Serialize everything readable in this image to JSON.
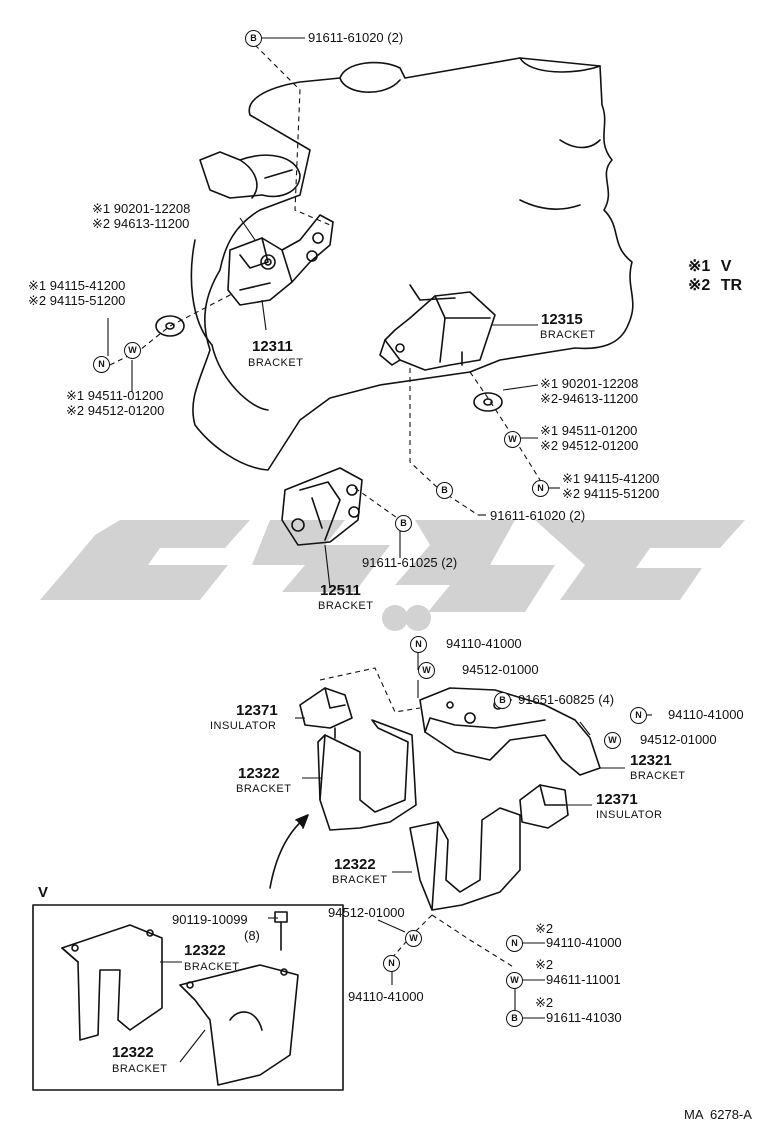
{
  "top_fragment": "",
  "legend": [
    {
      "mark": "※1",
      "text": "V"
    },
    {
      "mark": "※2",
      "text": "TR"
    }
  ],
  "parts": {
    "p_91611_61020_top": {
      "badge": "B",
      "number": "91611-61020 (2)"
    },
    "p_left_upper": {
      "line1": "※1 90201-12208",
      "line2": "※2 94613-11200"
    },
    "p_left_mid": {
      "line1": "※1 94115-41200",
      "line2": "※2 94115-51200"
    },
    "p_left_lower": {
      "line1": "※1 94511-01200",
      "line2": "※2 94512-01200"
    },
    "bracket_12311": {
      "number": "12311",
      "caption": "BRACKET"
    },
    "bracket_12315": {
      "number": "12315",
      "caption": "BRACKET"
    },
    "p_right_a": {
      "line1": "※1 90201-12208",
      "line2": "※2-94613-11200"
    },
    "p_right_b": {
      "line1": "※1 94511-01200",
      "line2": "※2 94512-01200"
    },
    "p_right_c": {
      "line1": "※1 94115-41200",
      "line2": "※2 94115-51200"
    },
    "p_91611_61020_right": {
      "number": "91611-61020 (2)"
    },
    "p_91611_61025": {
      "number": "91611-61025 (2)"
    },
    "bracket_12511": {
      "number": "12511",
      "caption": "BRACKET"
    },
    "p_94110_top": {
      "number": "94110-41000"
    },
    "p_94512_top": {
      "number": "94512-01000"
    },
    "p_91651": {
      "number": "91651-60825 (4)"
    },
    "p_94110_right": {
      "number": "94110-41000"
    },
    "p_94512_right": {
      "number": "94512-01000"
    },
    "insulator_12371_left": {
      "number": "12371",
      "caption": "INSULATOR"
    },
    "insulator_12371_right": {
      "number": "12371",
      "caption": "INSULATOR"
    },
    "bracket_12321": {
      "number": "12321",
      "caption": "BRACKET"
    },
    "bracket_12322_upper": {
      "number": "12322",
      "caption": "BRACKET"
    },
    "bracket_12322_mid": {
      "number": "12322",
      "caption": "BRACKET"
    },
    "p_94512_bottom": {
      "number": "94512-01000"
    },
    "p_94110_bottom": {
      "number": "94110-41000"
    },
    "p_star2_n": {
      "mark": "※2",
      "number": "94110-41000"
    },
    "p_star2_w": {
      "mark": "※2",
      "number": "94611-11001"
    },
    "p_star2_b": {
      "mark": "※2",
      "number": "91611-41030"
    }
  },
  "inset": {
    "label": "V",
    "bolt": {
      "number": "90119-10099",
      "qty": "(8)"
    },
    "bracket_a": {
      "number": "12322",
      "caption": "BRACKET"
    },
    "bracket_b": {
      "number": "12322",
      "caption": "BRACKET"
    }
  },
  "badges": {
    "bolt": "B",
    "nut": "N",
    "washer": "W"
  },
  "drawing_code": "MA  6278-A",
  "colors": {
    "ink": "#111111",
    "watermark": "#d2d2d2",
    "paper": "#ffffff"
  }
}
